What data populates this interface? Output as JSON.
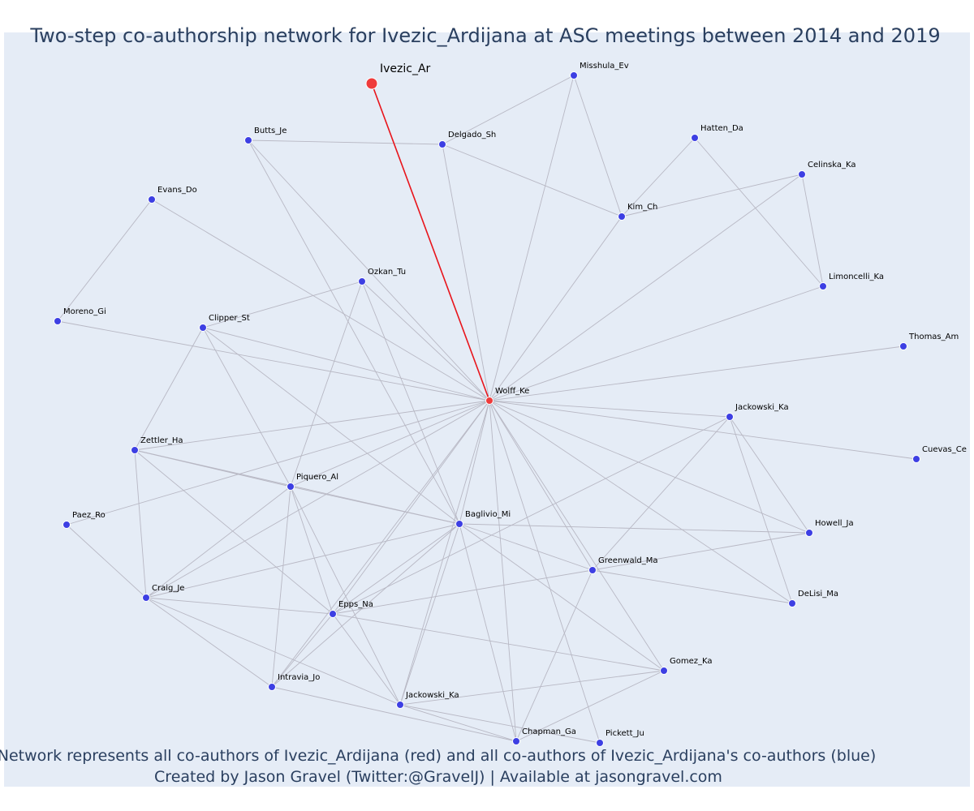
{
  "title": "Two-step co-authorship network for Ivezic_Ardijana at ASC meetings between 2014 and 2019",
  "caption_line1": "Network represents all co-authors of Ivezic_Ardijana (red) and all co-authors of Ivezic_Ardijana's co-authors (blue)",
  "caption_line2": "Created by Jason Gravel (Twitter:@GravelJ) | Available at jasongravel.com",
  "colors": {
    "plot_bg": "#e5ecf6",
    "focal": "#ef3b3b",
    "first_step": "#ef3b3b",
    "second_step": "#3d3fe3",
    "edge": "#b8b8c4",
    "focal_edge": "#e8141b",
    "text": "#2a3f5f"
  },
  "chart_data": {
    "type": "network",
    "nodes": [
      {
        "id": "ivezic_ar",
        "label": "Ivezic_Ar",
        "role": "focal"
      },
      {
        "id": "wolff_ke",
        "label": "Wolff_Ke",
        "role": "coauthor"
      },
      {
        "id": "misshula_ev",
        "label": "Misshula_Ev",
        "role": "second"
      },
      {
        "id": "butts_je",
        "label": "Butts_Je",
        "role": "second"
      },
      {
        "id": "delgado_sh",
        "label": "Delgado_Sh",
        "role": "second"
      },
      {
        "id": "hatten_da",
        "label": "Hatten_Da",
        "role": "second"
      },
      {
        "id": "celinska_ka",
        "label": "Celinska_Ka",
        "role": "second"
      },
      {
        "id": "evans_do",
        "label": "Evans_Do",
        "role": "second"
      },
      {
        "id": "kim_ch",
        "label": "Kim_Ch",
        "role": "second"
      },
      {
        "id": "ozkan_tu",
        "label": "Ozkan_Tu",
        "role": "second"
      },
      {
        "id": "limoncelli_ka",
        "label": "Limoncelli_Ka",
        "role": "second"
      },
      {
        "id": "moreno_gi",
        "label": "Moreno_Gi",
        "role": "second"
      },
      {
        "id": "clipper_st",
        "label": "Clipper_St",
        "role": "second"
      },
      {
        "id": "thomas_am",
        "label": "Thomas_Am",
        "role": "second"
      },
      {
        "id": "jackowski_ka_1",
        "label": "Jackowski_Ka",
        "role": "second"
      },
      {
        "id": "cuevas_ce",
        "label": "Cuevas_Ce",
        "role": "second"
      },
      {
        "id": "zettler_ha",
        "label": "Zettler_Ha",
        "role": "second"
      },
      {
        "id": "piquero_al",
        "label": "Piquero_Al",
        "role": "second"
      },
      {
        "id": "paez_ro",
        "label": "Paez_Ro",
        "role": "second"
      },
      {
        "id": "baglivio_mi",
        "label": "Baglivio_Mi",
        "role": "second"
      },
      {
        "id": "howell_ja",
        "label": "Howell_Ja",
        "role": "second"
      },
      {
        "id": "greenwald_ma",
        "label": "Greenwald_Ma",
        "role": "second"
      },
      {
        "id": "craig_je",
        "label": "Craig_Je",
        "role": "second"
      },
      {
        "id": "delisi_ma",
        "label": "DeLisi_Ma",
        "role": "second"
      },
      {
        "id": "epps_na",
        "label": "Epps_Na",
        "role": "second"
      },
      {
        "id": "gomez_ka",
        "label": "Gomez_Ka",
        "role": "second"
      },
      {
        "id": "intravia_jo",
        "label": "Intravia_Jo",
        "role": "second"
      },
      {
        "id": "jackowski_ka_2",
        "label": "Jackowski_Ka",
        "role": "second"
      },
      {
        "id": "chapman_ga",
        "label": "Chapman_Ga",
        "role": "second"
      },
      {
        "id": "pickett_ju",
        "label": "Pickett_Ju",
        "role": "second"
      }
    ],
    "edges": [
      [
        "ivezic_ar",
        "wolff_ke"
      ],
      [
        "wolff_ke",
        "misshula_ev"
      ],
      [
        "wolff_ke",
        "delgado_sh"
      ],
      [
        "wolff_ke",
        "butts_je"
      ],
      [
        "wolff_ke",
        "evans_do"
      ],
      [
        "wolff_ke",
        "kim_ch"
      ],
      [
        "wolff_ke",
        "celinska_ka"
      ],
      [
        "wolff_ke",
        "ozkan_tu"
      ],
      [
        "wolff_ke",
        "limoncelli_ka"
      ],
      [
        "wolff_ke",
        "moreno_gi"
      ],
      [
        "wolff_ke",
        "clipper_st"
      ],
      [
        "wolff_ke",
        "thomas_am"
      ],
      [
        "wolff_ke",
        "jackowski_ka_1"
      ],
      [
        "wolff_ke",
        "cuevas_ce"
      ],
      [
        "wolff_ke",
        "zettler_ha"
      ],
      [
        "wolff_ke",
        "piquero_al"
      ],
      [
        "wolff_ke",
        "paez_ro"
      ],
      [
        "wolff_ke",
        "baglivio_mi"
      ],
      [
        "wolff_ke",
        "howell_ja"
      ],
      [
        "wolff_ke",
        "greenwald_ma"
      ],
      [
        "wolff_ke",
        "craig_je"
      ],
      [
        "wolff_ke",
        "delisi_ma"
      ],
      [
        "wolff_ke",
        "epps_na"
      ],
      [
        "wolff_ke",
        "gomez_ka"
      ],
      [
        "wolff_ke",
        "intravia_jo"
      ],
      [
        "wolff_ke",
        "jackowski_ka_2"
      ],
      [
        "wolff_ke",
        "chapman_ga"
      ],
      [
        "wolff_ke",
        "pickett_ju"
      ],
      [
        "butts_je",
        "delgado_sh"
      ],
      [
        "delgado_sh",
        "misshula_ev"
      ],
      [
        "delgado_sh",
        "kim_ch"
      ],
      [
        "misshula_ev",
        "kim_ch"
      ],
      [
        "hatten_da",
        "kim_ch"
      ],
      [
        "hatten_da",
        "limoncelli_ka"
      ],
      [
        "kim_ch",
        "celinska_ka"
      ],
      [
        "celinska_ka",
        "limoncelli_ka"
      ],
      [
        "evans_do",
        "moreno_gi"
      ],
      [
        "butts_je",
        "baglivio_mi"
      ],
      [
        "ozkan_tu",
        "clipper_st"
      ],
      [
        "ozkan_tu",
        "piquero_al"
      ],
      [
        "ozkan_tu",
        "baglivio_mi"
      ],
      [
        "clipper_st",
        "zettler_ha"
      ],
      [
        "clipper_st",
        "piquero_al"
      ],
      [
        "clipper_st",
        "baglivio_mi"
      ],
      [
        "zettler_ha",
        "piquero_al"
      ],
      [
        "zettler_ha",
        "baglivio_mi"
      ],
      [
        "zettler_ha",
        "craig_je"
      ],
      [
        "zettler_ha",
        "epps_na"
      ],
      [
        "paez_ro",
        "craig_je"
      ],
      [
        "piquero_al",
        "baglivio_mi"
      ],
      [
        "piquero_al",
        "craig_je"
      ],
      [
        "piquero_al",
        "epps_na"
      ],
      [
        "piquero_al",
        "intravia_jo"
      ],
      [
        "piquero_al",
        "jackowski_ka_2"
      ],
      [
        "baglivio_mi",
        "howell_ja"
      ],
      [
        "baglivio_mi",
        "greenwald_ma"
      ],
      [
        "baglivio_mi",
        "craig_je"
      ],
      [
        "baglivio_mi",
        "epps_na"
      ],
      [
        "baglivio_mi",
        "gomez_ka"
      ],
      [
        "baglivio_mi",
        "jackowski_ka_2"
      ],
      [
        "baglivio_mi",
        "chapman_ga"
      ],
      [
        "baglivio_mi",
        "intravia_jo"
      ],
      [
        "jackowski_ka_1",
        "howell_ja"
      ],
      [
        "jackowski_ka_1",
        "greenwald_ma"
      ],
      [
        "jackowski_ka_1",
        "delisi_ma"
      ],
      [
        "jackowski_ka_1",
        "epps_na"
      ],
      [
        "greenwald_ma",
        "howell_ja"
      ],
      [
        "greenwald_ma",
        "epps_na"
      ],
      [
        "greenwald_ma",
        "chapman_ga"
      ],
      [
        "greenwald_ma",
        "delisi_ma"
      ],
      [
        "craig_je",
        "epps_na"
      ],
      [
        "craig_je",
        "intravia_jo"
      ],
      [
        "craig_je",
        "jackowski_ka_2"
      ],
      [
        "epps_na",
        "gomez_ka"
      ],
      [
        "epps_na",
        "intravia_jo"
      ],
      [
        "epps_na",
        "jackowski_ka_2"
      ],
      [
        "gomez_ka",
        "jackowski_ka_2"
      ],
      [
        "gomez_ka",
        "chapman_ga"
      ],
      [
        "intravia_jo",
        "chapman_ga"
      ],
      [
        "jackowski_ka_2",
        "pickett_ju"
      ],
      [
        "jackowski_ka_2",
        "chapman_ga"
      ]
    ]
  }
}
